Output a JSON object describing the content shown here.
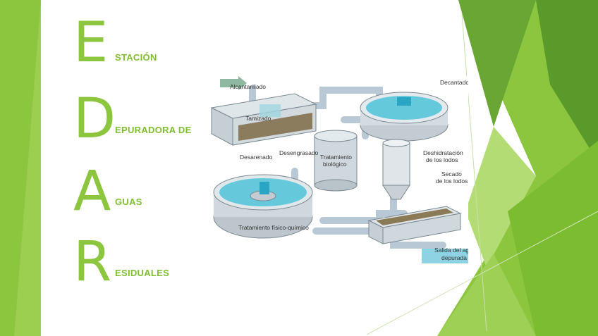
{
  "title_letters": [
    {
      "letter": "E",
      "word": "STACIÓN"
    },
    {
      "letter": "D",
      "word": "EPURADORA DE"
    },
    {
      "letter": "A",
      "word": "GUAS"
    },
    {
      "letter": "R",
      "word": "ESIDUALES"
    }
  ],
  "diagram": {
    "labels": {
      "alcantarillado": "Alcantarillado",
      "tamizado": "Tamizado",
      "desarenado": "Desarenado",
      "desengrasado": "Desengrasado",
      "tratamiento_biologico_1": "Tratamiento",
      "tratamiento_biologico_2": "biológico",
      "decantado": "Decantado",
      "deshidratacion_1": "Deshidratación",
      "deshidratacion_2": "de los lodos",
      "secado_1": "Secado",
      "secado_2": "de los lodos",
      "fisico_quimico": "Tratamiento físico-químico",
      "salida_1": "Salida del agua",
      "salida_2": "depurada"
    }
  },
  "colors": {
    "accent_green": "#8cc63f",
    "dark_green": "#5a9a2a",
    "water": "#4fc3d8"
  }
}
